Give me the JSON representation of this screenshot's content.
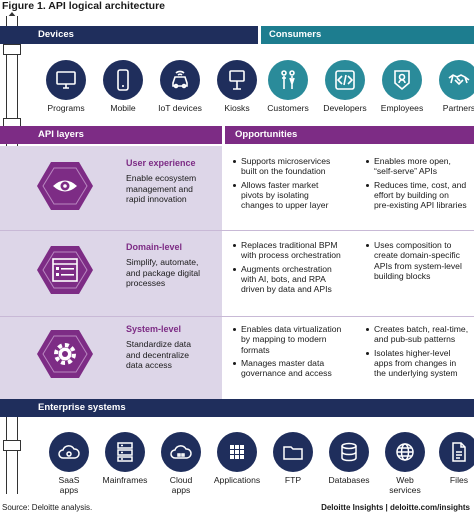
{
  "figure_title": "Figure 1. API logical architecture",
  "devices": {
    "header": "Devices",
    "items": [
      {
        "label": "Programs",
        "icon": "monitor-icon"
      },
      {
        "label": "Mobile",
        "icon": "mobile-phone-icon"
      },
      {
        "label": "IoT devices",
        "icon": "car-icon"
      },
      {
        "label": "Kiosks",
        "icon": "kiosk-icon"
      }
    ]
  },
  "consumers": {
    "header": "Consumers",
    "items": [
      {
        "label": "Customers",
        "icon": "people-icon"
      },
      {
        "label": "Developers",
        "icon": "code-icon"
      },
      {
        "label": "Employees",
        "icon": "badge-icon"
      },
      {
        "label": "Partners",
        "icon": "handshake-icon"
      }
    ]
  },
  "api_layers_header": "API layers",
  "opportunities_header": "Opportunities",
  "layers": [
    {
      "title": "User experience",
      "desc": [
        "Enable ecosystem",
        "management and",
        "rapid innovation"
      ],
      "icon": "eye-icon",
      "col1": [
        [
          "Supports microservices",
          "built on the foundation"
        ],
        [
          "Allows faster market",
          "pivots by isolating",
          "changes to upper layer"
        ]
      ],
      "col2": [
        [
          "Enables more open,",
          "“self-serve” APIs"
        ],
        [
          "Reduces time, cost, and",
          "effort by building on",
          "pre-existing API libraries"
        ]
      ]
    },
    {
      "title": "Domain-level",
      "desc": [
        "Simplify, automate,",
        "and package digital",
        "processes"
      ],
      "icon": "window-list-icon",
      "col1": [
        [
          "Replaces traditional BPM",
          "with process orchestration"
        ],
        [
          "Augments orchestration",
          "with AI, bots, and RPA",
          "driven by data and APIs"
        ]
      ],
      "col2": [
        [
          "Uses composition to",
          "create domain-specific",
          "APIs from system-level",
          "building blocks"
        ]
      ]
    },
    {
      "title": "System-level",
      "desc": [
        "Standardize data",
        "and decentralize",
        "data access"
      ],
      "icon": "gear-icon",
      "col1": [
        [
          "Enables data virtualization",
          "by mapping to modern",
          "formats"
        ],
        [
          "Manages master data",
          "governance and access"
        ]
      ],
      "col2": [
        [
          "Creates batch, real-time,",
          "and pub-sub patterns"
        ],
        [
          "Isolates higher-level",
          "apps from changes in",
          "the underlying system"
        ]
      ]
    }
  ],
  "enterprise": {
    "header": "Enterprise systems",
    "items": [
      {
        "label": [
          "SaaS",
          "apps"
        ],
        "icon": "cloud-gear-icon"
      },
      {
        "label": [
          "Mainframes"
        ],
        "icon": "server-icon"
      },
      {
        "label": [
          "Cloud",
          "apps"
        ],
        "icon": "cloud-apps-icon"
      },
      {
        "label": [
          "Applications"
        ],
        "icon": "grid-icon"
      },
      {
        "label": [
          "FTP"
        ],
        "icon": "folder-icon"
      },
      {
        "label": [
          "Databases"
        ],
        "icon": "database-icon"
      },
      {
        "label": [
          "Web",
          "services"
        ],
        "icon": "globe-icon"
      },
      {
        "label": [
          "Files"
        ],
        "icon": "file-icon"
      }
    ]
  },
  "footer": {
    "source": "Source: Deloitte analysis.",
    "credit": "Deloitte Insights | deloitte.com/insights"
  },
  "colors": {
    "navy": "#1f2e5c",
    "teal": "#1d7d8f",
    "purple": "#7d2c85",
    "lavender": "#ddd6e8"
  }
}
